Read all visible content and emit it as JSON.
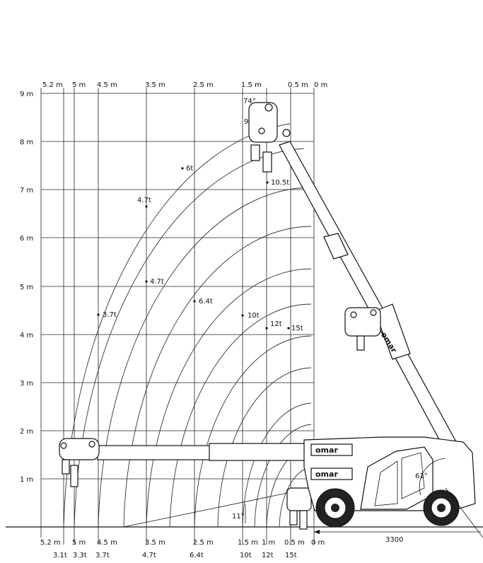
{
  "diagram": {
    "height_labels": [
      "9 m",
      "8 m",
      "7 m",
      "6 m",
      "5 m",
      "4 m",
      "3 m",
      "2 m",
      "1 m"
    ],
    "top_distance_labels": [
      "5.2 m",
      "5 m",
      "4.5 m",
      "3.5 m",
      "2.5 m",
      "1.5 m",
      "0.5 m",
      "0 m"
    ],
    "bottom_distance_labels": [
      "5.2 m",
      "5 m",
      "4.5 m",
      "3.5 m",
      "2.5 m",
      "1.5 m",
      "1 m",
      "0.5 m",
      "0 m"
    ],
    "bottom_load_labels": [
      "3.1t",
      "3.3t",
      "3.7t",
      "4.7t",
      "6.4t",
      "10t",
      "12t",
      "15t"
    ],
    "load_points": [
      "74°",
      "9t",
      "6t",
      "10.5t",
      "4.7t",
      "4.7t",
      "3.7t",
      "6.4t",
      "10t",
      "12t",
      "15t"
    ],
    "angles": [
      "11°",
      "61°"
    ],
    "wheelbase": "3300",
    "brand": "omar"
  }
}
